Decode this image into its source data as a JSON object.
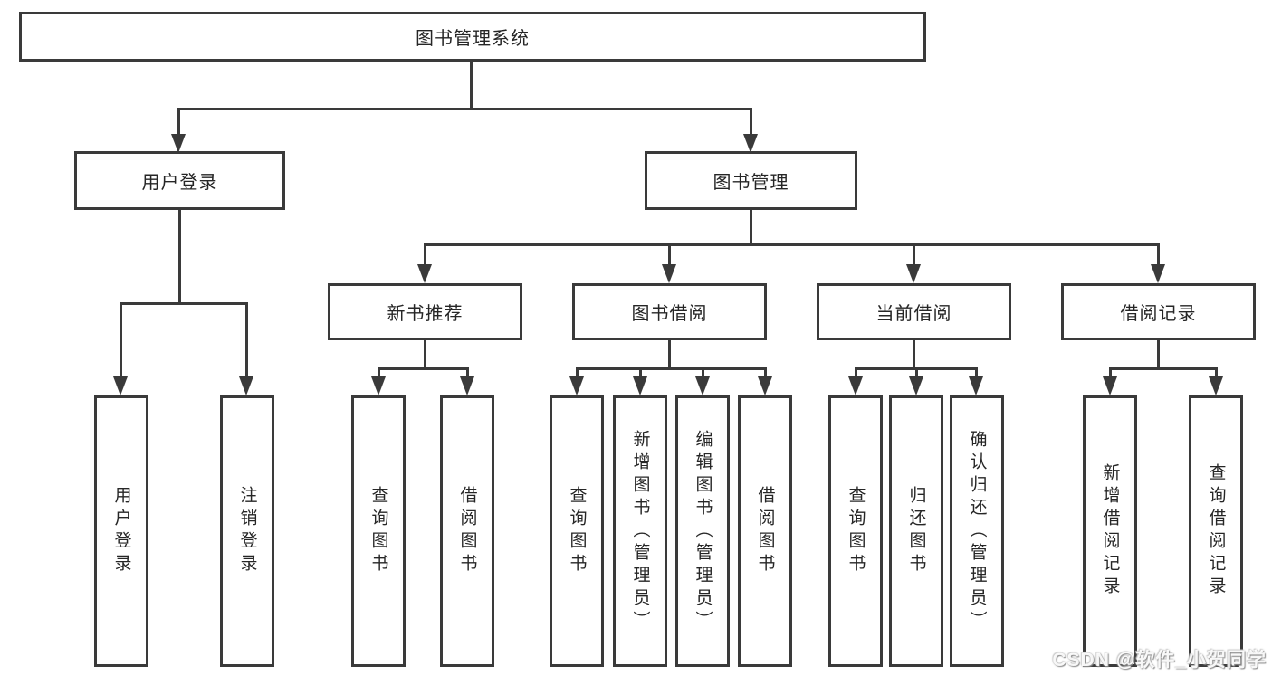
{
  "diagram_title": "图书管理系统",
  "colors": {
    "line": "#3a3a3a",
    "text": "#262626",
    "background": "#ffffff"
  },
  "watermark": {
    "text": "CSDN @软件_小贺同学"
  },
  "tree": {
    "root": {
      "label": "图书管理系统"
    },
    "children": [
      {
        "label": "用户登录",
        "children": [
          {
            "label": "用户登录"
          },
          {
            "label": "注销登录"
          }
        ]
      },
      {
        "label": "图书管理",
        "children": [
          {
            "label": "新书推荐",
            "children": [
              {
                "label": "查询图书"
              },
              {
                "label": "借阅图书"
              }
            ]
          },
          {
            "label": "图书借阅",
            "children": [
              {
                "label": "查询图书"
              },
              {
                "label": "新增图书（管理员）"
              },
              {
                "label": "编辑图书（管理员）"
              },
              {
                "label": "借阅图书"
              }
            ]
          },
          {
            "label": "当前借阅",
            "children": [
              {
                "label": "查询图书"
              },
              {
                "label": "归还图书"
              },
              {
                "label": "确认归还（管理员）"
              }
            ]
          },
          {
            "label": "借阅记录",
            "children": [
              {
                "label": "新增借阅记录"
              },
              {
                "label": "查询借阅记录"
              }
            ]
          }
        ]
      }
    ]
  }
}
